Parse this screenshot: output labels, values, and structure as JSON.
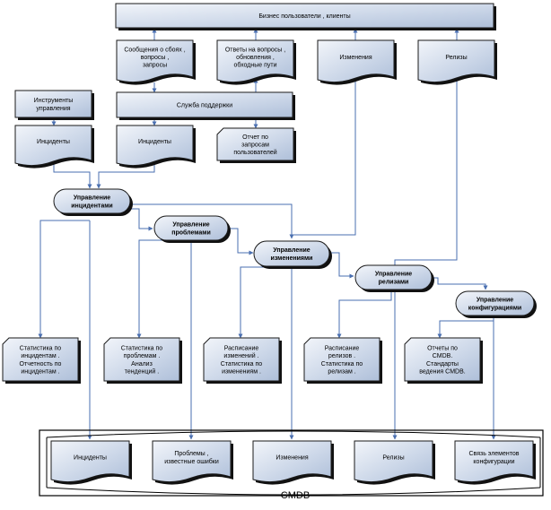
{
  "top": {
    "business": "Бизнес пользователи    , клиенты"
  },
  "row1": {
    "messages": [
      "Сообщения о сбоях ,",
      "вопросы ,",
      "запросы"
    ],
    "answers": [
      "Ответы на вопросы ,",
      "обновления ,",
      "обходные пути"
    ],
    "changes": "Изменения",
    "releases": "Релизы"
  },
  "tools": [
    "Инструменты",
    "управления"
  ],
  "service_desk": "Служба поддержки",
  "incidents_left": "Инциденты",
  "incidents_mid": "Инциденты",
  "report": [
    "Отчет по",
    "запросам",
    "пользователей"
  ],
  "processes": {
    "incident": [
      "Управление",
      "инцидентами"
    ],
    "problem": [
      "Управление",
      "проблемами"
    ],
    "change": [
      "Управление",
      "изменениями"
    ],
    "release": [
      "Управление",
      "релизами"
    ],
    "config": [
      "Управление",
      "конфигурациями"
    ]
  },
  "reports": {
    "incident": [
      "Статистика по",
      "инцидентам .",
      "Отчетность по",
      "инцидентам ."
    ],
    "problem": [
      "Статистика по",
      "проблемам .",
      "Анализ",
      "тенденций ."
    ],
    "change": [
      "Расписание",
      "изменений .",
      "Статистика по",
      "изменениям ."
    ],
    "release": [
      "Расписание",
      "релизов .",
      "Статистика по",
      "релизам ."
    ],
    "config": [
      "Отчеты по",
      "CMDB.",
      "Стандарты",
      "ведения   CMDB."
    ]
  },
  "cmdb": {
    "items": [
      [
        "Инциденты"
      ],
      [
        "Проблемы ,",
        "известные ошибки"
      ],
      [
        "Изменения"
      ],
      [
        "Релизы"
      ],
      [
        "Связь элементов",
        "конфигурации"
      ]
    ],
    "label": "CMDB"
  }
}
